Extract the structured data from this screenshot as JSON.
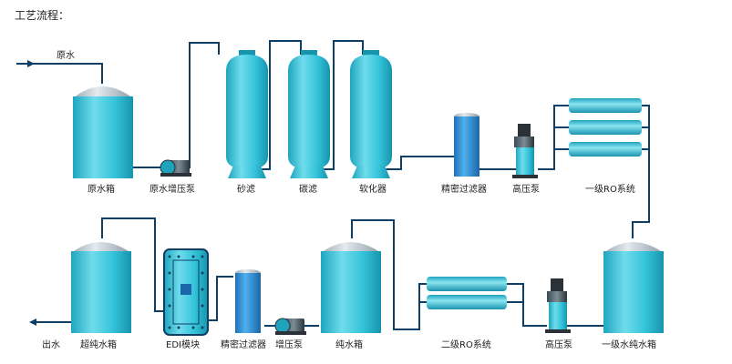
{
  "heading": "工艺流程：",
  "labels": {
    "raw_water_in": "原水",
    "raw_water_tank": "原水箱",
    "raw_water_pump": "原水增压泵",
    "sand_filter": "砂滤",
    "carbon_filter": "碳滤",
    "softener": "软化器",
    "precision_filter_1": "精密过滤器",
    "high_pressure_pump_1": "高压泵",
    "ro_stage_1": "一级RO系统",
    "ro1_pure_tank": "一级水纯水箱",
    "high_pressure_pump_2": "高压泵",
    "ro_stage_2": "二级RO系统",
    "pure_water_tank": "纯水箱",
    "booster_pump": "增压泵",
    "precision_filter_2": "精密过滤器",
    "edi_module": "EDI模块",
    "ultrapure_tank": "超纯水箱",
    "water_out": "出水"
  },
  "colors": {
    "pipe": "#0d3f66",
    "tank_body": "#32c2d8",
    "tank_light": "#7fe3ef",
    "tank_dark": "#1698b0",
    "dome": "#c7d3db",
    "filter_blue": "#2c8ed4",
    "pump_dark": "#2a3238"
  }
}
